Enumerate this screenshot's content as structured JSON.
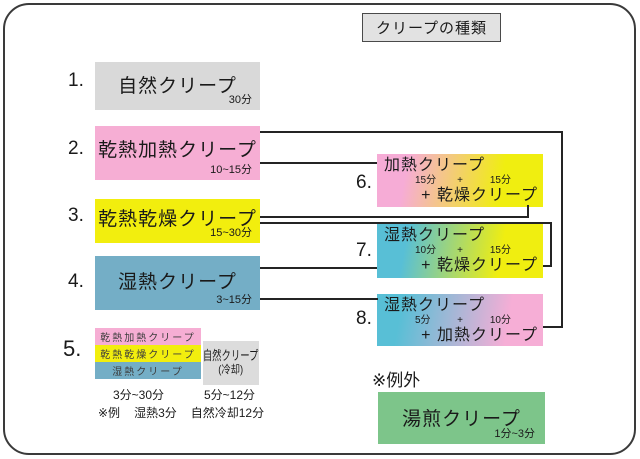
{
  "title": "クリープの種類",
  "items": [
    {
      "num": "1.",
      "label": "自然クリープ",
      "time": "30分"
    },
    {
      "num": "2.",
      "label": "乾熱加熱クリープ",
      "time": "10~15分"
    },
    {
      "num": "3.",
      "label": "乾熱乾燥クリープ",
      "time": "15~30分"
    },
    {
      "num": "4.",
      "label": "湿熱クリープ",
      "time": "3~15分"
    }
  ],
  "item5": {
    "num": "5.",
    "stack": [
      "乾熱加熱クリープ",
      "乾熱乾燥クリープ",
      "湿熱クリープ"
    ],
    "cool_box": {
      "label": "自然クリープ",
      "sub": "(冷却)"
    },
    "stack_time": "3分~30分",
    "cool_time": "5分~12分",
    "example": {
      "prefix": "※例",
      "a": "湿熱3分",
      "b": "自然冷却12分"
    }
  },
  "combo_items": [
    {
      "num": "6.",
      "line1": "加熱クリープ",
      "t1": "15分",
      "plus": "+",
      "t2": "15分",
      "line2": "+ 乾燥クリープ"
    },
    {
      "num": "7.",
      "line1": "湿熱クリープ",
      "t1": "10分",
      "plus": "+",
      "t2": "15分",
      "line2": "+ 乾燥クリープ"
    },
    {
      "num": "8.",
      "line1": "湿熱クリープ",
      "t1": "5分",
      "plus": "+",
      "t2": "10分",
      "line2": "+ 加熱クリープ"
    }
  ],
  "exception": {
    "label": "※例外",
    "box_label": "湯煎クリープ",
    "time": "1分~3分"
  },
  "colors": {
    "gray": "#d9d9d9",
    "pink": "#f6aed4",
    "yellow": "#f2ee0e",
    "blue": "#74aec6",
    "green": "#7dc58a",
    "cool_gray": "#dcdcdc",
    "line": "#242424"
  }
}
